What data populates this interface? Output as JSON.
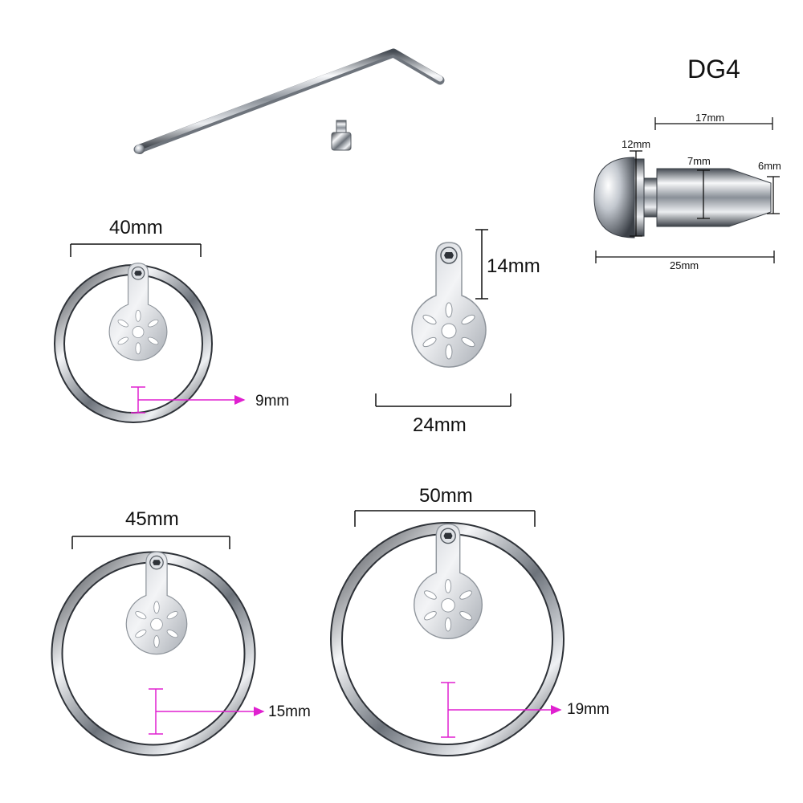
{
  "colors": {
    "accent": "#e020d0",
    "metal_dark": "#3a3f46",
    "metal_light": "#f4f6f8",
    "dimension_line": "#111111"
  },
  "tools": {
    "wrench": "hex-key-wrench-icon",
    "screw": "hex-screw-icon"
  },
  "dg4": {
    "title": "DG4",
    "dims": {
      "length_top": "17mm",
      "head": "12mm",
      "shaft": "7mm",
      "tip": "6mm",
      "total": "25mm"
    }
  },
  "plate": {
    "height": "14mm",
    "width": "24mm"
  },
  "rings": [
    {
      "diameter": "40mm",
      "gap": "9mm"
    },
    {
      "diameter": "45mm",
      "gap": "15mm"
    },
    {
      "diameter": "50mm",
      "gap": "19mm"
    }
  ]
}
